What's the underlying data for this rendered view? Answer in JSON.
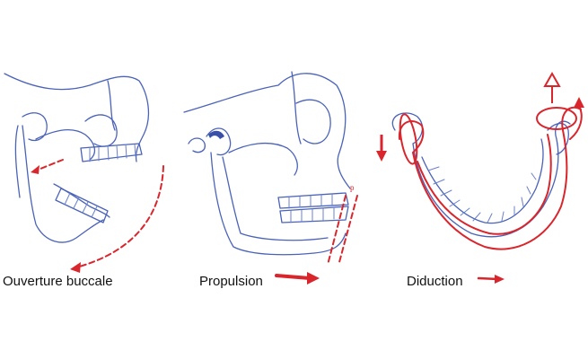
{
  "figure": {
    "panels": [
      {
        "caption": "Ouverture buccale",
        "icon": "mouth-opening-skull"
      },
      {
        "caption": "Propulsion",
        "icon": "protrusion-skull"
      },
      {
        "caption": "Diduction",
        "icon": "lateral-mandible"
      }
    ],
    "annotations": {
      "propulsion_mark": "p"
    },
    "colors": {
      "line": "#4a63b8",
      "arrow": "#d9262c",
      "text": "#111111"
    }
  }
}
